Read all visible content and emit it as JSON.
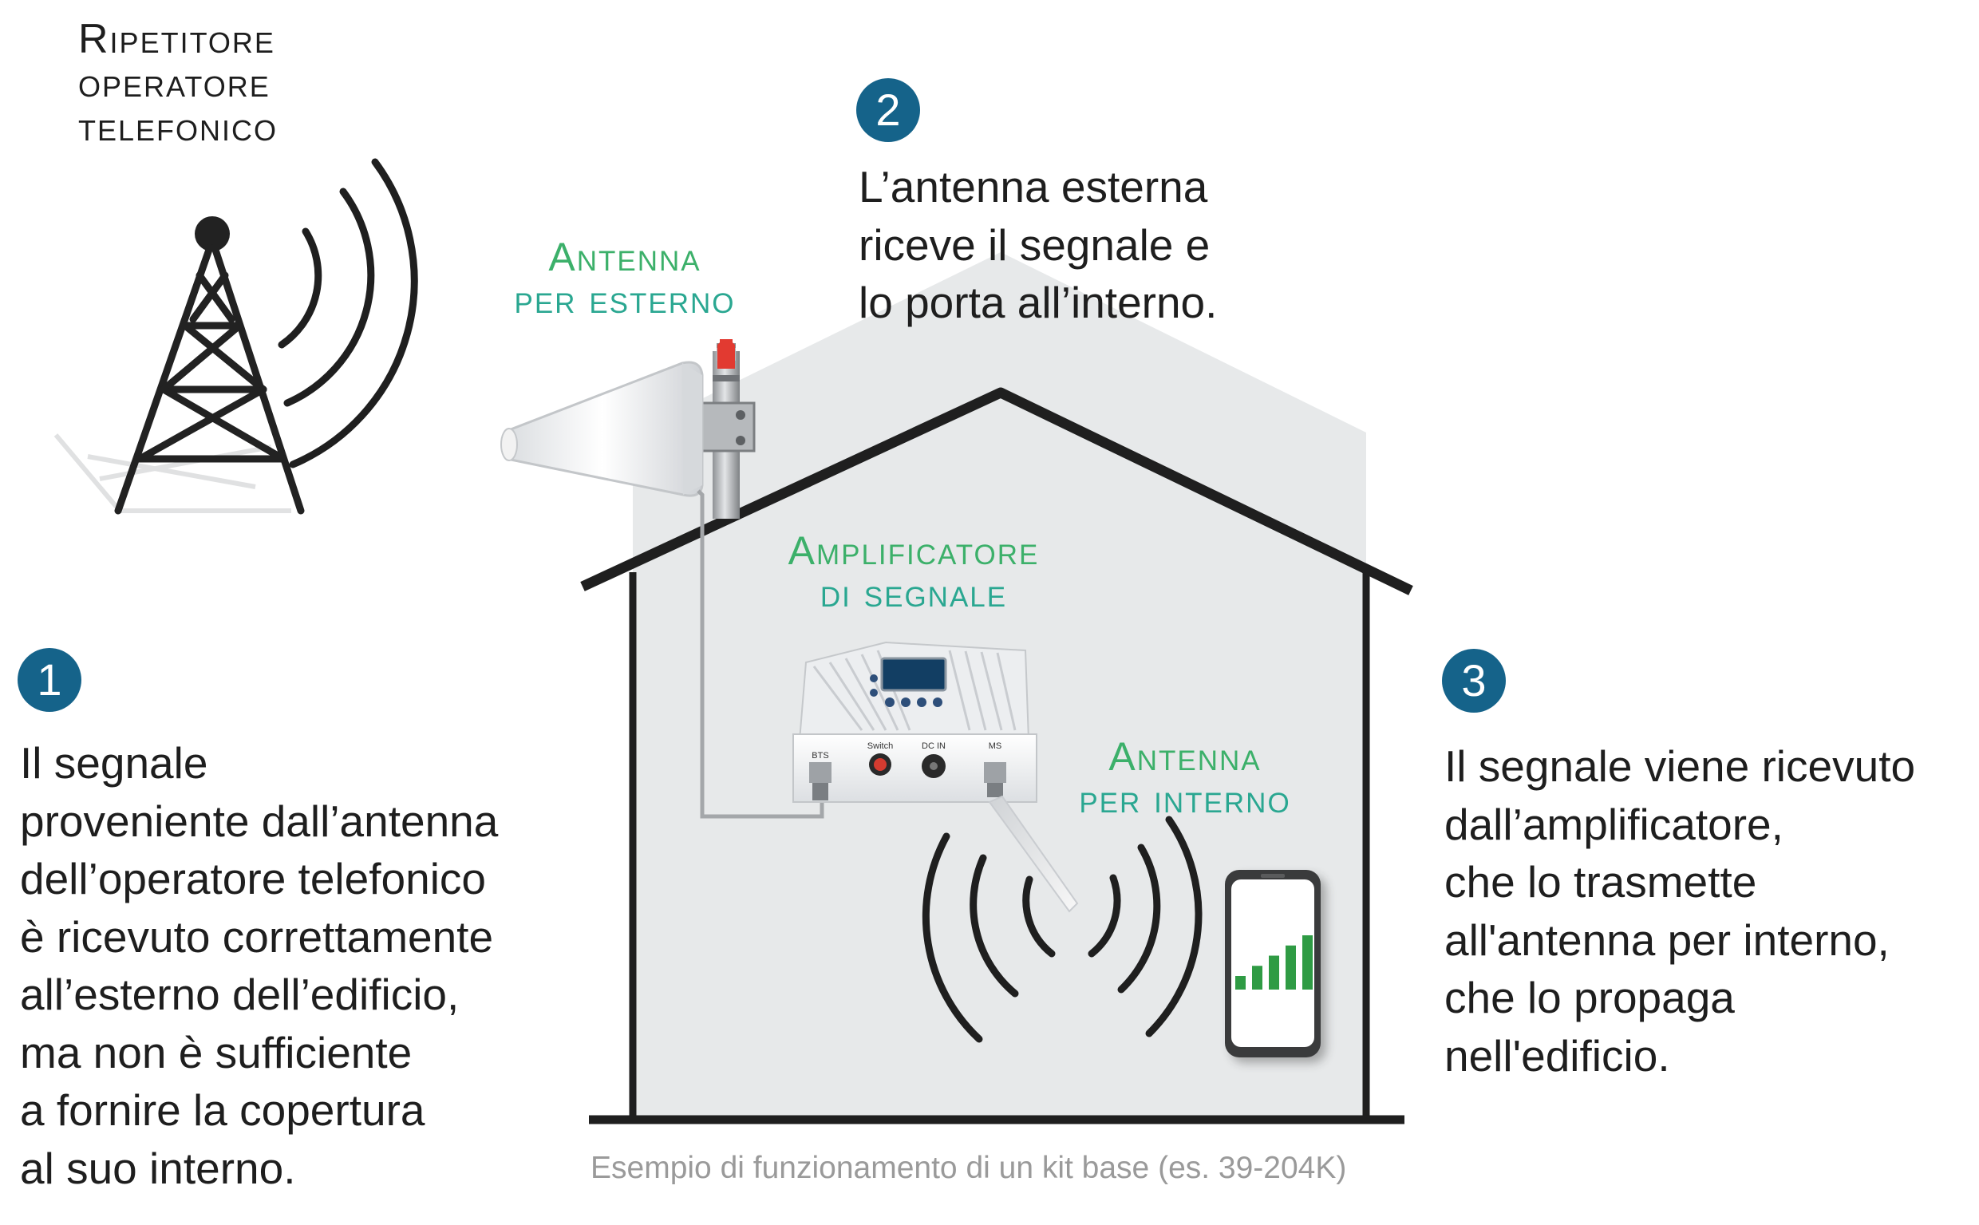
{
  "labels": {
    "tower": [
      "Ripetitore",
      "operatore",
      "telefonico"
    ],
    "outdoor_antenna": [
      "Antenna",
      "per esterno"
    ],
    "amplifier": [
      "Amplificatore",
      "di segnale"
    ],
    "indoor_antenna": [
      "Antenna",
      "per interno"
    ]
  },
  "amplifier_panel": {
    "bts": "BTS",
    "switch": "Switch",
    "dc_in": "DC IN",
    "ms": "MS"
  },
  "steps": [
    {
      "number": "1",
      "lines": [
        "Il segnale",
        "proveniente dall’antenna",
        "dell’operatore telefonico",
        "è ricevuto correttamente",
        "all’esterno dell’edificio,",
        "ma non è sufficiente",
        "a fornire la copertura",
        "al suo interno."
      ]
    },
    {
      "number": "2",
      "lines": [
        "L’antenna esterna",
        "riceve il segnale e",
        "lo porta all’interno."
      ]
    },
    {
      "number": "3",
      "lines": [
        "Il segnale viene ricevuto",
        "dall’amplificatore,",
        "che lo trasmette",
        "all'antenna per interno,",
        "che lo propaga",
        "nell'edificio."
      ]
    }
  ],
  "phone_signal_levels": [
    0.2,
    0.35,
    0.5,
    0.65,
    0.8
  ],
  "caption": "Esempio di funzionamento di un kit base (es. 39-204K)",
  "colors": {
    "step_badge": "#15638a",
    "green_label": "#3cb06a",
    "teal_label": "#2aa791",
    "house_fill": "#e7e9ea",
    "signal_bar": "#2f9b44",
    "antenna_tip": "#e23a31"
  },
  "icons": [
    "cell-tower-icon",
    "signal-wave-icon",
    "smartphone-icon",
    "antenna-icon",
    "amplifier-icon"
  ]
}
